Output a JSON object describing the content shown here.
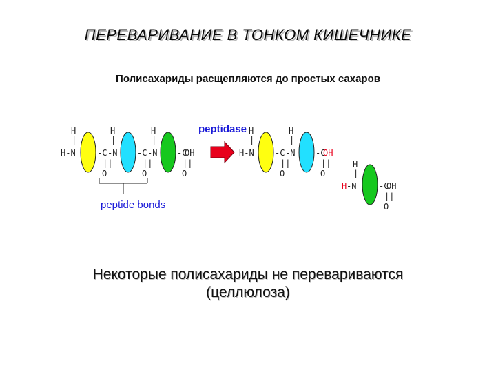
{
  "title": "ПЕРЕВАРИВАНИЕ В ТОНКОМ КИШЕЧНИКЕ",
  "subtitle": "Полисахариды расщепляются до простых сахаров",
  "diagram": {
    "enzyme_label": "peptidase",
    "bonds_label": "peptide bonds",
    "atoms": {
      "H": "H",
      "N": "N",
      "C": "C",
      "O": "O",
      "OH": "OH",
      "HN": "H-N",
      "N_dash": "-N",
      "C_dash": "-C",
      "C_OH": "C-OH",
      "bond_single": "|",
      "bond_double": "||",
      "dash": "-"
    },
    "colors": {
      "yellow": "#ffff10",
      "cyan": "#22e0ff",
      "green": "#16c81e",
      "arrow": "#e8001c",
      "highlight": "#e8001c",
      "label": "#1a1ad8"
    }
  },
  "bottom_text": {
    "line1": "Некоторые полисахариды не перевариваются",
    "line2": "(целлюлоза)"
  }
}
